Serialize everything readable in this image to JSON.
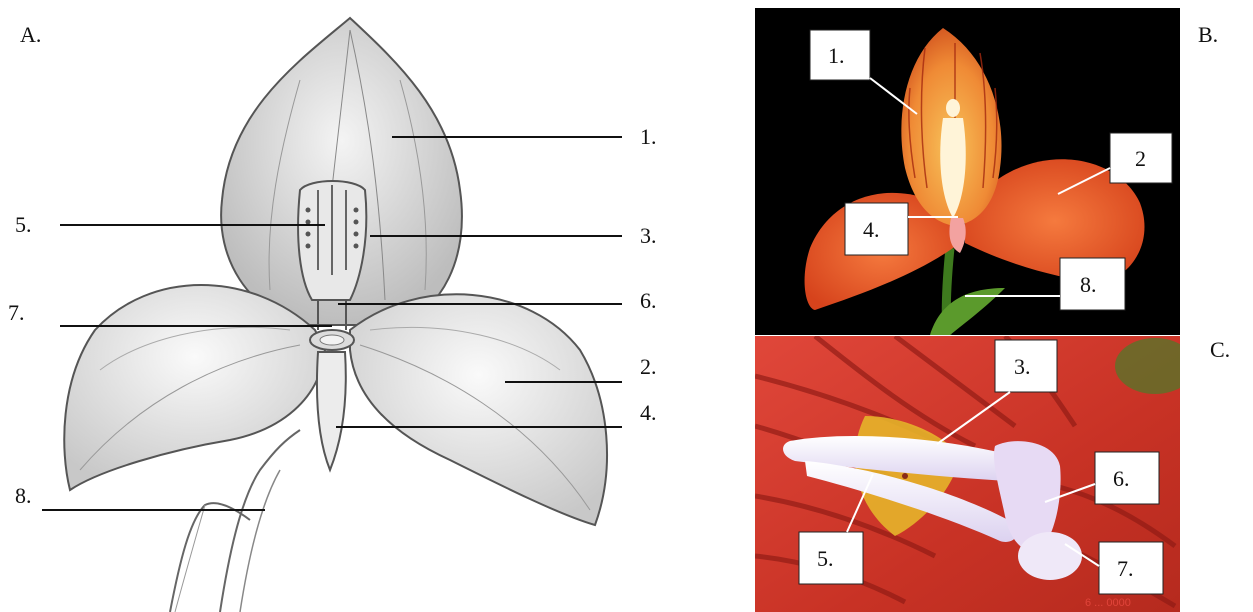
{
  "panels": {
    "a_letter": "A.",
    "b_letter": "B.",
    "c_letter": "C."
  },
  "sketch_labels": {
    "l1": "1.",
    "l2": "2.",
    "l3": "3.",
    "l4": "4.",
    "l5": "5.",
    "l6": "6.",
    "l7": "7.",
    "l8": "8."
  },
  "photo_b_labels": {
    "l1": "1.",
    "l2": "2",
    "l4": "4.",
    "l8": "8."
  },
  "photo_c_labels": {
    "l3": "3.",
    "l5": "5.",
    "l6": "6.",
    "l7": "7."
  },
  "photo_c_watermark": "6 ... 0000",
  "colors": {
    "sketch_line": "#555555",
    "photo_b_petal": "#e85a2a",
    "photo_c_petal": "#c8311f",
    "label_box": "#ffffff"
  }
}
